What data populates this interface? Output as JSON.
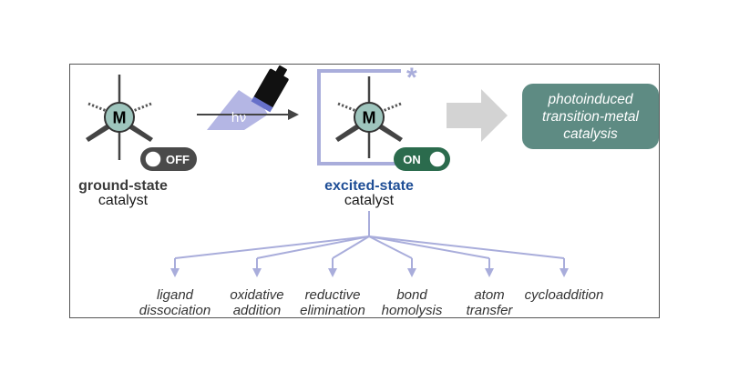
{
  "ground_state": {
    "metal_label": "M",
    "toggle_label": "OFF",
    "title": "ground-state",
    "subtitle": "catalyst"
  },
  "light": {
    "label": "hν"
  },
  "excited_state": {
    "metal_label": "M",
    "toggle_label": "ON",
    "star": "*",
    "title": "excited-state",
    "subtitle": "catalyst"
  },
  "result": {
    "line1": "photoinduced",
    "line2": "transition-metal",
    "line3": "catalysis"
  },
  "steps": [
    {
      "line1": "ligand",
      "line2": "dissociation"
    },
    {
      "line1": "oxidative",
      "line2": "addition"
    },
    {
      "line1": "reductive",
      "line2": "elimination"
    },
    {
      "line1": "bond",
      "line2": "homolysis"
    },
    {
      "line1": "atom",
      "line2": "transfer"
    },
    {
      "line1": "cycloaddition",
      "line2": ""
    }
  ],
  "colors": {
    "accent_lavender": "#a9addb",
    "excited_title": "#1f4e96",
    "result_box": "#5e8b83",
    "toggle_off": "#4a4a4a",
    "toggle_on": "#2b6b4d",
    "metal_fill": "#9ec5bd"
  }
}
